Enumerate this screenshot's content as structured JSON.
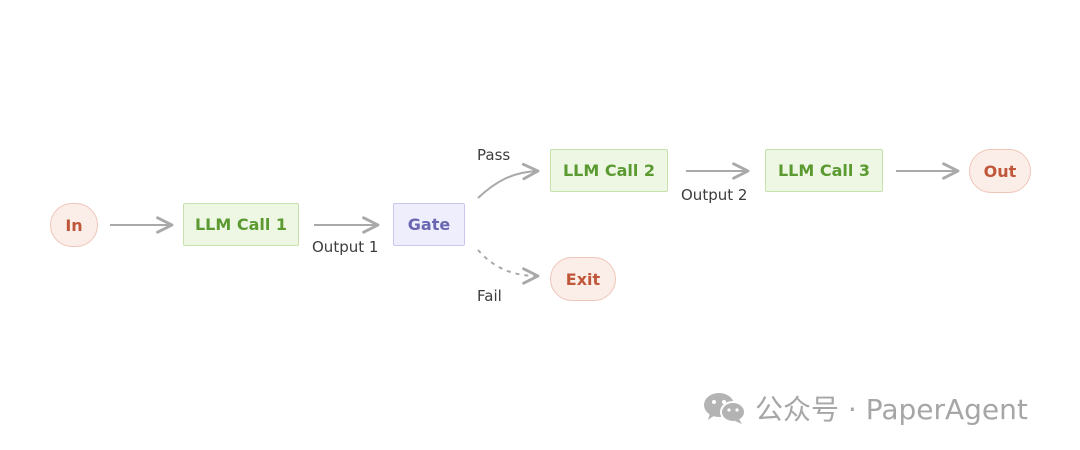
{
  "nodes": {
    "in": "In",
    "llm_call_1": "LLM Call 1",
    "gate": "Gate",
    "llm_call_2": "LLM Call 2",
    "llm_call_3": "LLM Call 3",
    "out": "Out",
    "exit": "Exit"
  },
  "edges": {
    "output_1": "Output 1",
    "output_2": "Output 2",
    "pass": "Pass",
    "fail": "Fail"
  },
  "watermark": {
    "icon": "wechat-icon",
    "text": "公众号 · PaperAgent"
  },
  "colors": {
    "terminal_fill": "#fbeee8",
    "terminal_text": "#c0573a",
    "llm_fill": "#eef6e4",
    "llm_text": "#5b9a31",
    "gate_fill": "#eeeefc",
    "gate_text": "#6a66b2",
    "arrow": "#a9a9a9"
  }
}
